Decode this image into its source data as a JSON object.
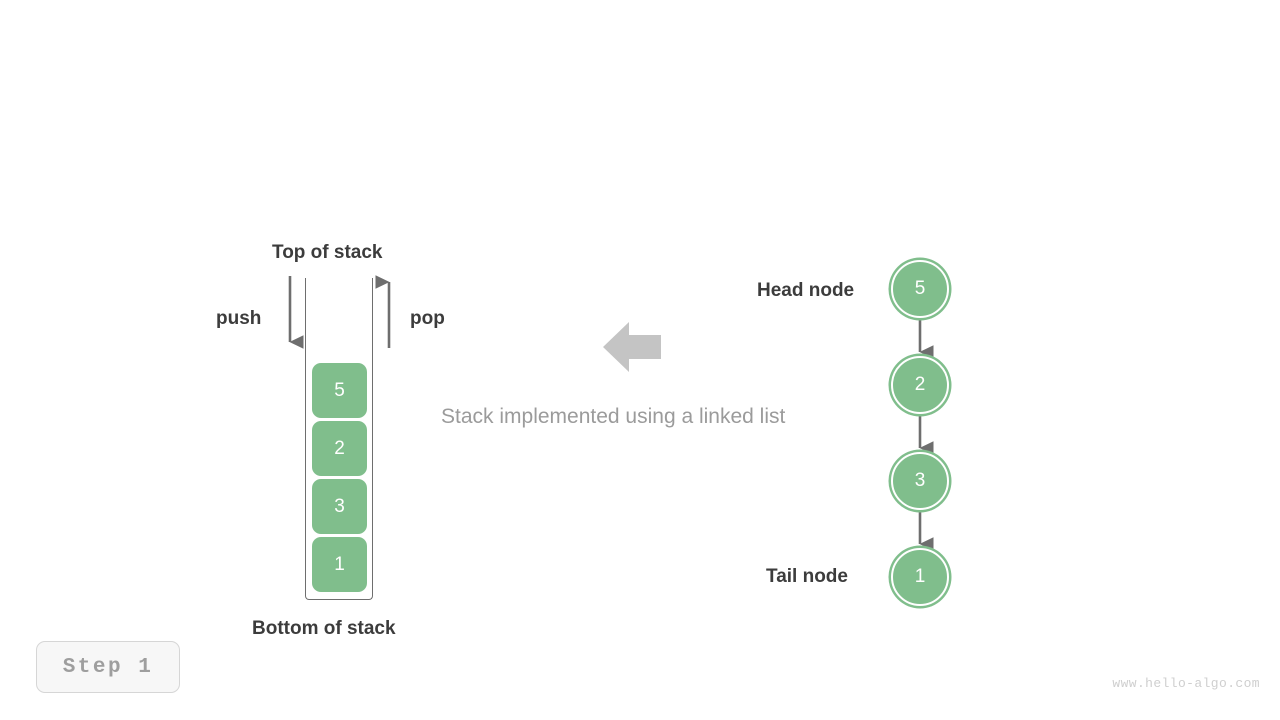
{
  "caption": "Stack implemented using a linked list",
  "step_badge": "Step  1",
  "watermark": "www.hello-algo.com",
  "colors": {
    "node_green": "#80be8c",
    "text_dark": "#3c3c3c",
    "text_gray": "#9b9b9b",
    "arrow_gray": "#6e6e6e",
    "block_arrow_gray": "#c4c4c4",
    "badge_bg": "#f7f7f7",
    "badge_border": "#d6d6d6",
    "background": "#ffffff"
  },
  "stack": {
    "top_label": "Top of stack",
    "bottom_label": "Bottom of stack",
    "push_label": "push",
    "pop_label": "pop",
    "items": [
      {
        "value": "5"
      },
      {
        "value": "2"
      },
      {
        "value": "3"
      },
      {
        "value": "1"
      }
    ]
  },
  "linked_list": {
    "head_label": "Head node",
    "tail_label": "Tail node",
    "nodes": [
      {
        "value": "5"
      },
      {
        "value": "2"
      },
      {
        "value": "3"
      },
      {
        "value": "1"
      }
    ]
  },
  "icons": {
    "push_arrow": "arrow-down-icon",
    "pop_arrow": "arrow-up-icon",
    "relation_arrow": "arrow-left-block-icon",
    "node_link_arrow": "arrow-down-icon"
  }
}
